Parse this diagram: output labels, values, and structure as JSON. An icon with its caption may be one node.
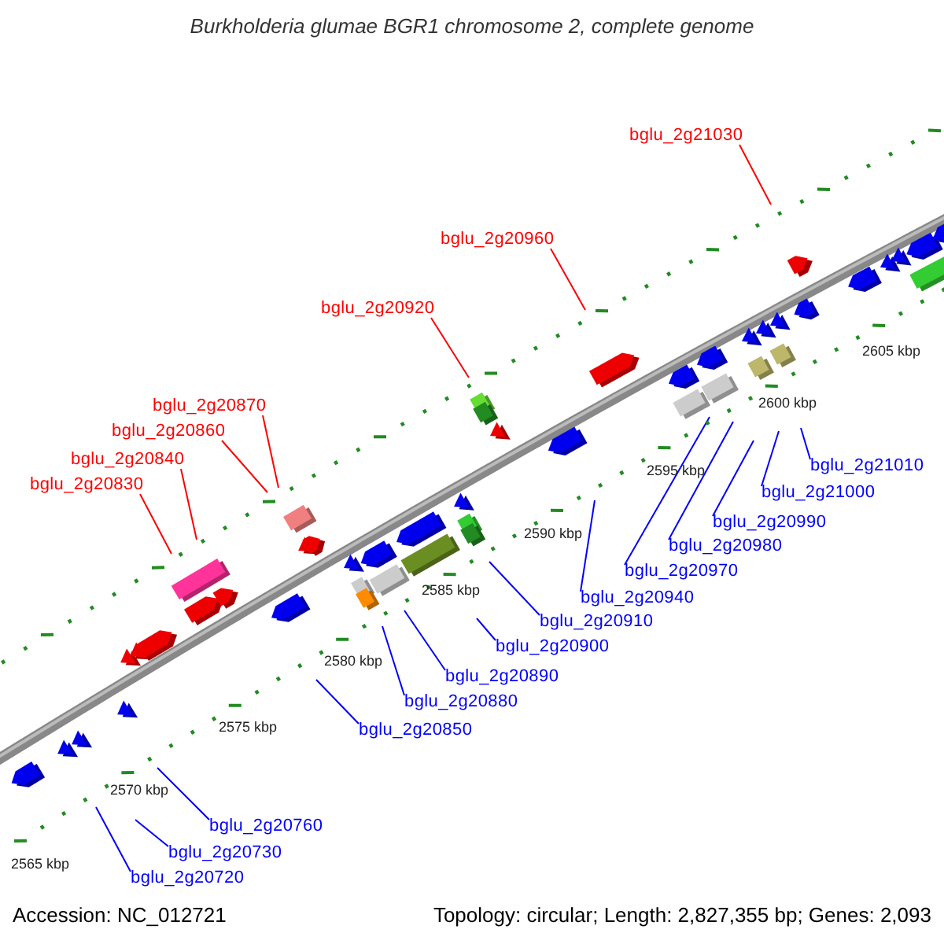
{
  "diagram": {
    "title": "Burkholderia glumae BGR1 chromosome 2, complete genome",
    "nodes": [
      {
        "text": [
          "bglu_2g21030"
        ]
      },
      {
        "text": [
          "bglu_2g20960"
        ]
      },
      {
        "text": [
          "bglu_2g20920"
        ]
      },
      {
        "text": [
          "bglu_2g20870"
        ]
      },
      {
        "text": [
          "bglu_2g20860"
        ]
      },
      {
        "text": [
          "bglu_2g20840"
        ]
      },
      {
        "text": [
          "bglu_2g20830"
        ]
      },
      {
        "text": [
          "bglu_2g21010"
        ]
      },
      {
        "text": [
          "bglu_2g21000"
        ]
      },
      {
        "text": [
          "bglu_2g20990"
        ]
      },
      {
        "text": [
          "bglu_2g20980"
        ]
      },
      {
        "text": [
          "bglu_2g20970"
        ]
      },
      {
        "text": [
          "bglu_2g20940"
        ]
      },
      {
        "text": [
          "bglu_2g20910"
        ]
      },
      {
        "text": [
          "bglu_2g20900"
        ]
      },
      {
        "text": [
          "bglu_2g20890"
        ]
      },
      {
        "text": [
          "bglu_2g20880"
        ]
      },
      {
        "text": [
          "bglu_2g20850"
        ]
      },
      {
        "text": [
          "bglu_2g20760"
        ]
      },
      {
        "text": [
          "bglu_2g20730"
        ]
      },
      {
        "text": [
          "bglu_2g20720"
        ]
      }
    ],
    "edges": [
      {
        "from": 0,
        "to": null,
        "arrow": "none",
        "color": "#ff0000"
      },
      {
        "from": 1,
        "to": null,
        "arrow": "none",
        "color": "#ff0000"
      },
      {
        "from": 2,
        "to": null,
        "arrow": "none",
        "color": "#ff0000"
      },
      {
        "from": 3,
        "to": null,
        "arrow": "none",
        "color": "#ff0000"
      },
      {
        "from": 4,
        "to": null,
        "arrow": "none",
        "color": "#ff0000"
      },
      {
        "from": 5,
        "to": null,
        "arrow": "none",
        "color": "#ff0000"
      },
      {
        "from": 6,
        "to": null,
        "arrow": "none",
        "color": "#ff0000"
      },
      {
        "from": 7,
        "to": null,
        "arrow": "none"
      },
      {
        "from": 8,
        "to": null,
        "arrow": "none"
      },
      {
        "from": 9,
        "to": null,
        "arrow": "none"
      },
      {
        "from": 10,
        "to": null,
        "arrow": "none"
      },
      {
        "from": 11,
        "to": null,
        "arrow": "none"
      },
      {
        "from": 12,
        "to": null,
        "arrow": "none"
      },
      {
        "from": 13,
        "to": null,
        "arrow": "none"
      },
      {
        "from": 14,
        "to": null,
        "arrow": "none"
      },
      {
        "from": 15,
        "to": null,
        "arrow": "none"
      },
      {
        "from": 16,
        "to": null,
        "arrow": "none"
      },
      {
        "from": 17,
        "to": null,
        "arrow": "none"
      },
      {
        "from": 18,
        "to": null,
        "arrow": "none"
      },
      {
        "from": 19,
        "to": null,
        "arrow": "none"
      },
      {
        "from": 20,
        "to": null,
        "arrow": "none"
      }
    ],
    "labels": [
      "2605 kbp",
      "2600 kbp",
      "2595 kbp",
      "2590 kbp",
      "2585 kbp",
      "2580 kbp",
      "2575 kbp",
      "2570 kbp",
      "2565 kbp",
      "Accession: NC_012721",
      "Topology: circular; Length: 2,827,355 bp; Genes: 2,093"
    ]
  }
}
